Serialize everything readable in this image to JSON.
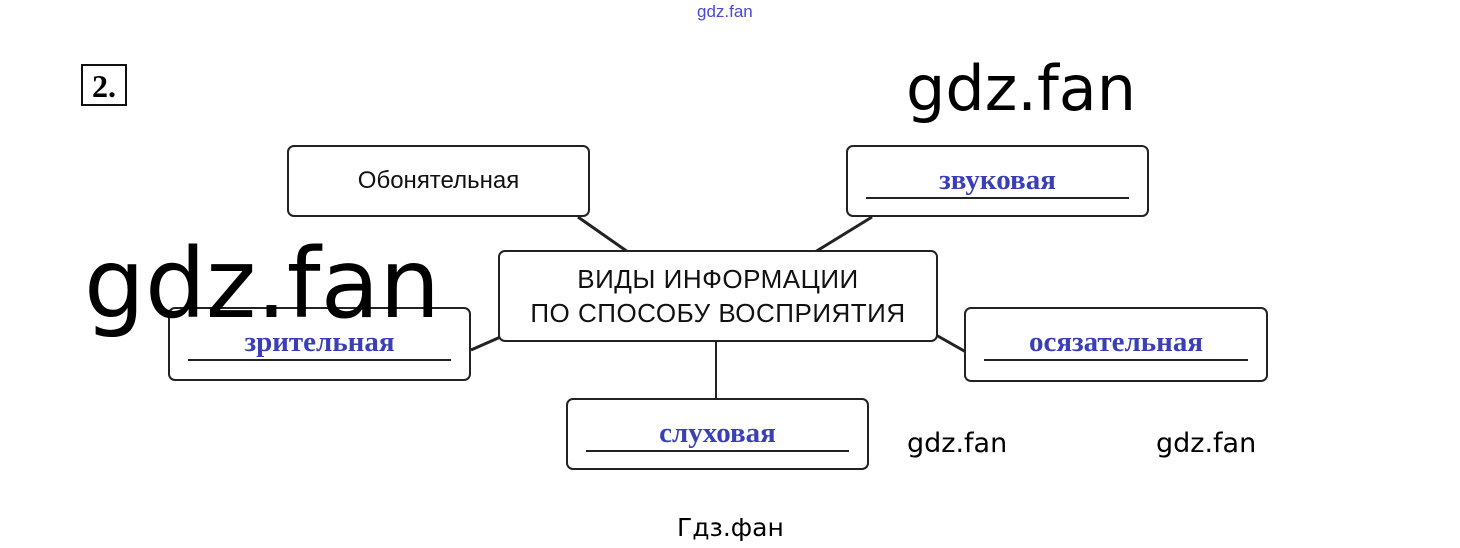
{
  "watermarks": {
    "top_small": "gdz.fan",
    "top_big": "gdz.fan",
    "left_big": "gdz.fan",
    "small_1": "gdz.fan",
    "small_2": "gdz.fan",
    "bottom": "Гдз.фан"
  },
  "task_number": "2.",
  "diagram": {
    "center": {
      "line1": "ВИДЫ ИНФОРМАЦИИ",
      "line2": "ПО СПОСОБУ ВОСПРИЯТИЯ"
    },
    "given": "Обонятельная",
    "answers": {
      "top_right": "звуковая",
      "left": "зрительная",
      "right": "осязательная",
      "bottom": "слуховая"
    }
  },
  "colors": {
    "answer": "#3a3fb8",
    "watermark_top": "#4a4ad0"
  }
}
